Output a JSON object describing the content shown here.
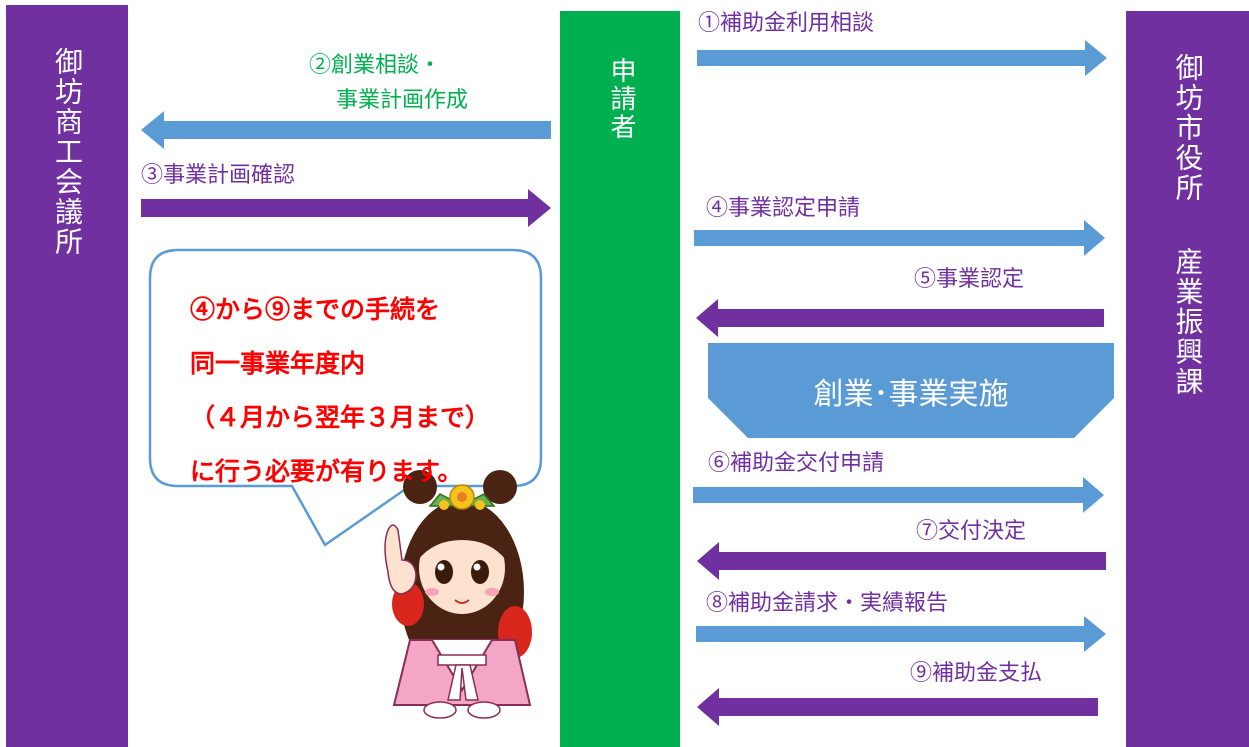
{
  "columns": {
    "left": "御坊商工会議所",
    "center": "申請者",
    "right_top": "御坊市役所",
    "right_bottom": "産業振興課"
  },
  "steps": {
    "s1": "①補助金利用相談",
    "s2_line1": "②創業相談・",
    "s2_line2": "事業計画作成",
    "s3": "③事業計画確認",
    "s4": "④事業認定申請",
    "s5": "⑤事業認定",
    "s6": "⑥補助金交付申請",
    "s7": "⑦交付決定",
    "s8": "⑧補助金請求・実績報告",
    "s9": "⑨補助金支払"
  },
  "implementation": "創業･事業実施",
  "note": [
    "④から⑨までの手続を",
    "同一事業年度内",
    "（４月から翌年３月まで）",
    "に行う必要が有ります。"
  ],
  "colors": {
    "purple": "#7030a0",
    "green": "#00b050",
    "blue": "#5b9bd5",
    "note_red": "#ff0000"
  }
}
